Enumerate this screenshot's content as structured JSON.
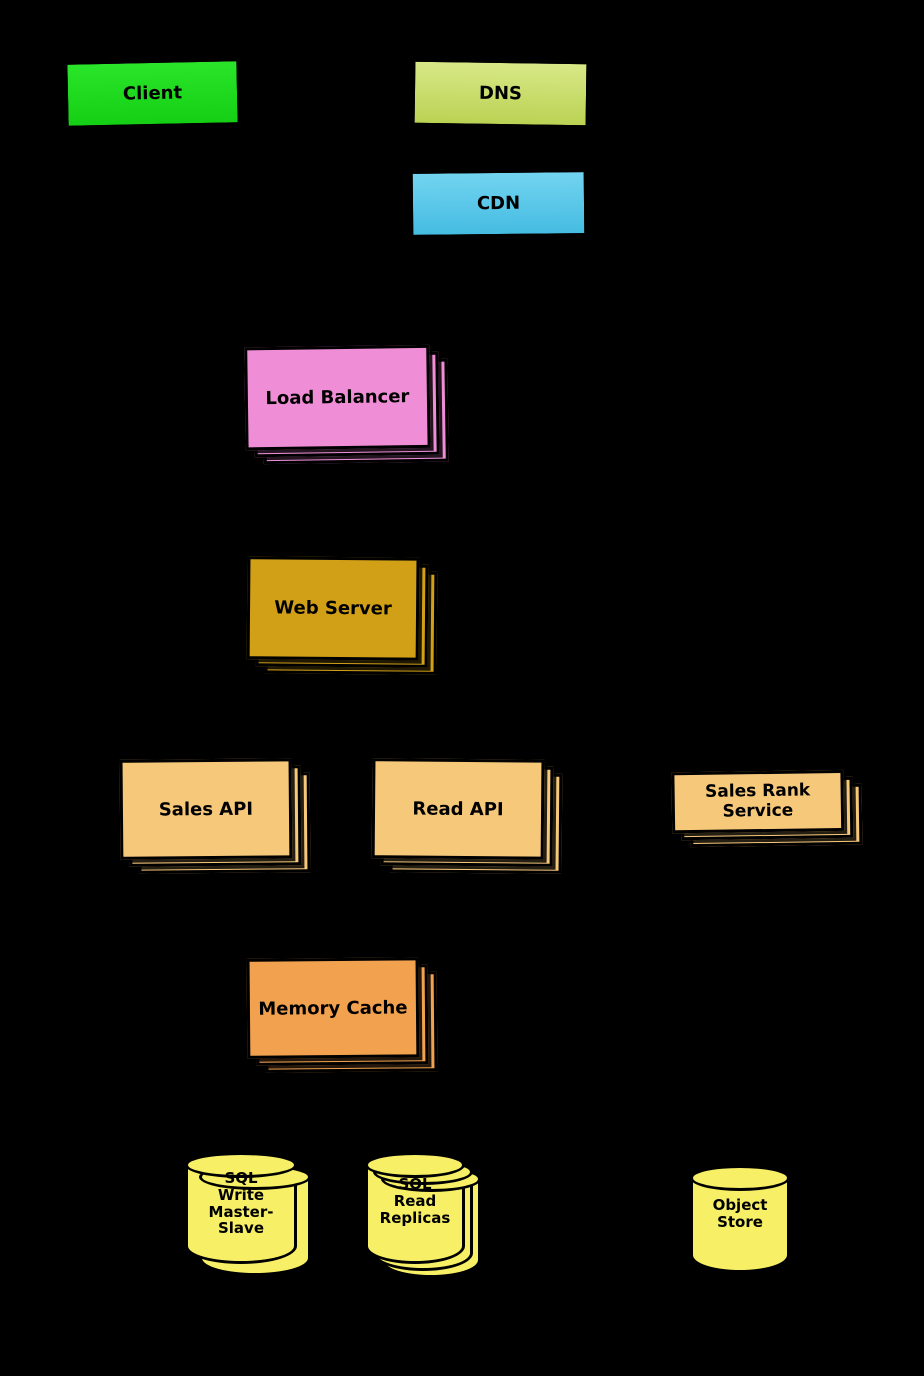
{
  "diagram": {
    "background_color": "#000000",
    "nodes": {
      "client": {
        "label": "Client",
        "color": "#1fdd1f",
        "type": "box",
        "instances": 1
      },
      "dns": {
        "label": "DNS",
        "color": "#c9de68",
        "type": "box",
        "instances": 1
      },
      "cdn": {
        "label": "CDN",
        "color": "#57c8ea",
        "type": "box",
        "instances": 1
      },
      "load_balancer": {
        "label": "Load Balancer",
        "color": "#ef8ed7",
        "type": "stacked-box",
        "instances": 3
      },
      "web_server": {
        "label": "Web Server",
        "color": "#d2a017",
        "type": "stacked-box",
        "instances": 3
      },
      "sales_api": {
        "label": "Sales API",
        "color": "#f6c87a",
        "type": "stacked-box",
        "instances": 3
      },
      "read_api": {
        "label": "Read API",
        "color": "#f6c87a",
        "type": "stacked-box",
        "instances": 3
      },
      "sales_rank_service": {
        "label": "Sales Rank\nService",
        "color": "#f6c87a",
        "type": "stacked-box",
        "instances": 3
      },
      "memory_cache": {
        "label": "Memory Cache",
        "color": "#f2a24f",
        "type": "stacked-box",
        "instances": 3
      },
      "sql_write_master_slave": {
        "label": "SQL\nWrite\nMaster-\nSlave",
        "color": "#f7ef66",
        "type": "stacked-cylinder",
        "instances": 2
      },
      "sql_read_replicas": {
        "label": "SQL\nRead\nReplicas",
        "color": "#f7ef66",
        "type": "stacked-cylinder",
        "instances": 3
      },
      "object_store": {
        "label": "Object\nStore",
        "color": "#f7ef66",
        "type": "cylinder",
        "instances": 1
      }
    }
  }
}
